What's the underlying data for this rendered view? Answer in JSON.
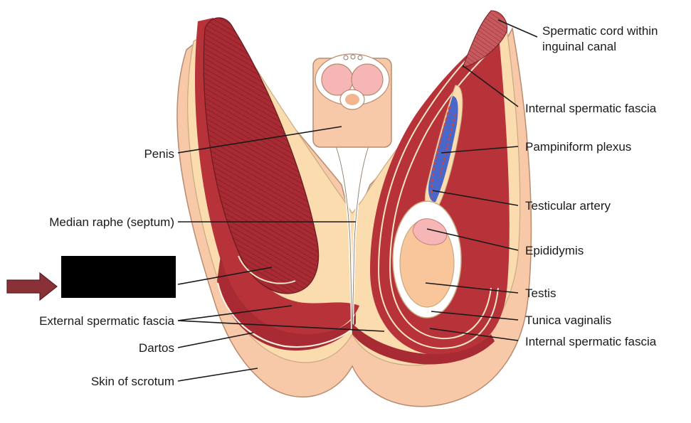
{
  "labels": {
    "left": {
      "penis": "Penis",
      "median_raphe": "Median raphe (septum)",
      "external_spermatic_fascia": "External spermatic fascia",
      "dartos": "Dartos",
      "skin_of_scrotum": "Skin of scrotum"
    },
    "right": {
      "spermatic_cord_line1": "Spermatic cord within",
      "spermatic_cord_line2": "inguinal canal",
      "internal_spermatic_fascia_top": "Internal spermatic fascia",
      "pampiniform_plexus": "Pampiniform plexus",
      "testicular_artery": "Testicular artery",
      "epididymis": "Epididymis",
      "testis": "Testis",
      "tunica_vaginalis": "Tunica vaginalis",
      "internal_spermatic_fascia_bottom": "Internal spermatic fascia"
    }
  },
  "colors": {
    "skin": "#f7c9a8",
    "fat": "#fbdcae",
    "muscle": "#b8323a",
    "muscle_dark": "#8e2329",
    "fascia": "#e9e0c8",
    "vein": "#4a66c8",
    "artery": "#d2453f",
    "tunica": "#ffffff",
    "epididymis": "#f6b6b6",
    "testis": "#f9c59a",
    "redaction": "#000000",
    "arrow": "#8a3138"
  },
  "icons": {
    "pointer": "right-arrow-icon"
  }
}
